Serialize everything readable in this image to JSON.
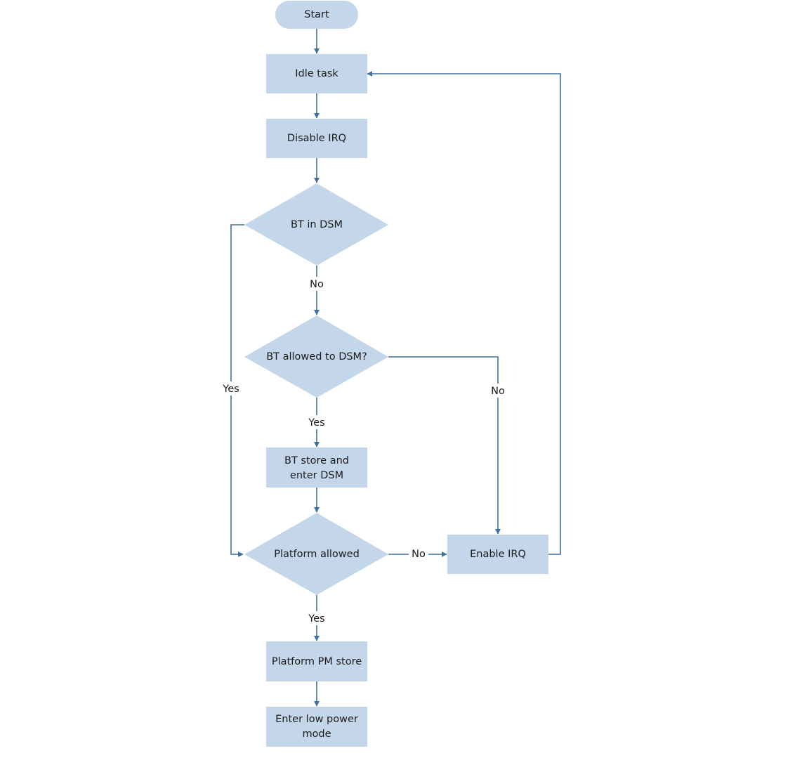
{
  "diagram": {
    "nodes": {
      "start": {
        "lines": [
          "Start"
        ]
      },
      "idle_task": {
        "lines": [
          "Idle task"
        ]
      },
      "disable_irq": {
        "lines": [
          "Disable IRQ"
        ]
      },
      "bt_in_dsm": {
        "lines": [
          "BT in DSM"
        ]
      },
      "bt_allowed_to_dsm": {
        "lines": [
          "BT allowed to DSM?"
        ]
      },
      "bt_store_enter_dsm": {
        "lines": [
          "BT store and",
          "enter DSM"
        ]
      },
      "platform_allowed": {
        "lines": [
          "Platform allowed"
        ]
      },
      "enable_irq": {
        "lines": [
          "Enable IRQ"
        ]
      },
      "platform_pm_store": {
        "lines": [
          "Platform PM store"
        ]
      },
      "enter_low_power_mode": {
        "lines": [
          "Enter low power",
          "mode"
        ]
      }
    },
    "edges": {
      "bt_in_dsm_no": "No",
      "bt_in_dsm_yes": "Yes",
      "bt_allowed_yes": "Yes",
      "bt_allowed_no": "No",
      "platform_allowed_no": "No",
      "platform_allowed_yes": "Yes"
    },
    "colors": {
      "shape_fill": "#c4d7ea",
      "connector": "#41709f",
      "text": "#1b1b1b"
    }
  }
}
